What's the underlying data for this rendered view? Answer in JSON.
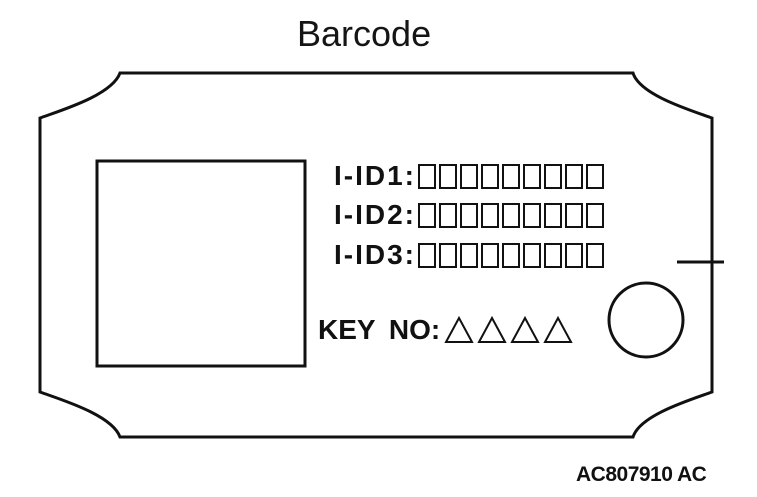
{
  "diagram": {
    "title": "Barcode",
    "id_rows": [
      {
        "label": "I-ID1:",
        "digit_boxes": 9
      },
      {
        "label": "I-ID2:",
        "digit_boxes": 9
      },
      {
        "label": "I-ID3:",
        "digit_boxes": 9
      }
    ],
    "key_no": {
      "label": "KEY NO:",
      "triangles": 4
    },
    "figure_code": "AC807910 AC"
  }
}
